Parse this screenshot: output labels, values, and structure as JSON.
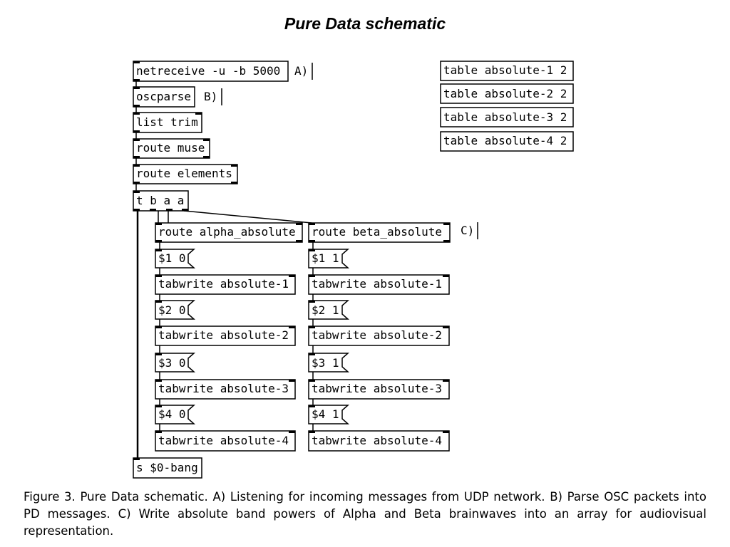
{
  "title": "Pure Data schematic",
  "objects": {
    "netreceive": "netreceive -u -b 5000",
    "oscparse": "oscparse",
    "list_trim": "list trim",
    "route_muse": "route muse",
    "route_elements": "route elements",
    "trigger": "t b a a",
    "route_alpha": "route alpha_absolute",
    "route_beta": "route beta_absolute",
    "send_bang": "s $0-bang",
    "tables": [
      "table absolute-1 2",
      "table absolute-2 2",
      "table absolute-3 2",
      "table absolute-4 2"
    ],
    "alpha_chain": [
      {
        "msg": "$1 0",
        "tabwrite": "tabwrite absolute-1"
      },
      {
        "msg": "$2 0",
        "tabwrite": "tabwrite absolute-2"
      },
      {
        "msg": "$3 0",
        "tabwrite": "tabwrite absolute-3"
      },
      {
        "msg": "$4 0",
        "tabwrite": "tabwrite absolute-4"
      }
    ],
    "beta_chain": [
      {
        "msg": "$1 1",
        "tabwrite": "tabwrite absolute-1"
      },
      {
        "msg": "$2 1",
        "tabwrite": "tabwrite absolute-2"
      },
      {
        "msg": "$3 1",
        "tabwrite": "tabwrite absolute-3"
      },
      {
        "msg": "$4 1",
        "tabwrite": "tabwrite absolute-4"
      }
    ]
  },
  "comments": {
    "a": "A)",
    "b": "B)",
    "c": "C)"
  },
  "caption": "Figure 3. Pure Data schematic. A) Listening for incoming messages from UDP network. B) Parse OSC packets into PD messages. C) Write absolute band powers of Alpha and Beta brainwaves into an array for audiovisual representation."
}
